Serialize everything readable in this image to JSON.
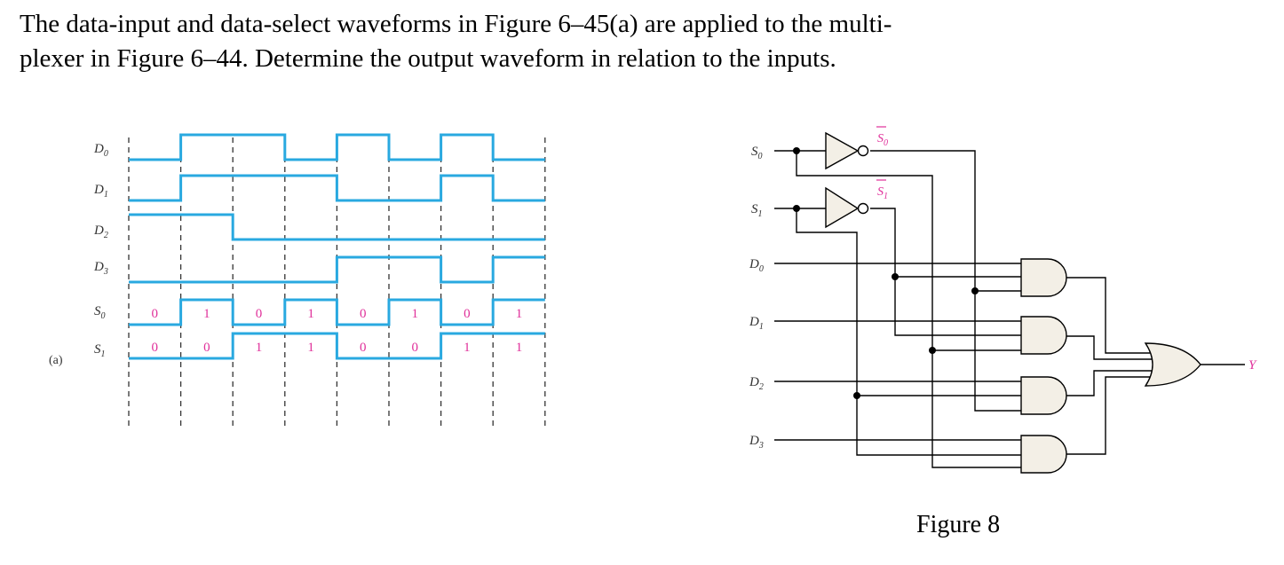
{
  "problem": {
    "line1": "The data-input and data-select waveforms in Figure 6–45(a) are applied to the multi-",
    "line2": "plexer in Figure 6–44. Determine the output waveform in relation to the inputs."
  },
  "waveform_diagram": {
    "part_label": "(a)",
    "signals": [
      {
        "name": "D",
        "sub": "0",
        "levels": [
          0,
          1,
          1,
          0,
          1,
          0,
          1,
          0
        ]
      },
      {
        "name": "D",
        "sub": "1",
        "levels": [
          0,
          1,
          1,
          1,
          0,
          0,
          1,
          0
        ]
      },
      {
        "name": "D",
        "sub": "2",
        "levels": [
          1,
          1,
          0,
          0,
          0,
          0,
          0,
          0
        ]
      },
      {
        "name": "D",
        "sub": "3",
        "levels": [
          0,
          0,
          0,
          0,
          1,
          1,
          0,
          1
        ]
      },
      {
        "name": "S",
        "sub": "0",
        "levels": [
          0,
          1,
          0,
          1,
          0,
          1,
          0,
          1
        ],
        "values": [
          "0",
          "1",
          "0",
          "1",
          "0",
          "1",
          "0",
          "1"
        ]
      },
      {
        "name": "S",
        "sub": "1",
        "levels": [
          0,
          0,
          1,
          1,
          0,
          0,
          1,
          1
        ],
        "values": [
          "0",
          "0",
          "1",
          "1",
          "0",
          "0",
          "1",
          "1"
        ]
      }
    ]
  },
  "mux_circuit": {
    "select_inputs": [
      {
        "name": "S",
        "sub": "0"
      },
      {
        "name": "S",
        "sub": "1"
      }
    ],
    "inverted_labels": [
      {
        "name": "S",
        "sub": "0"
      },
      {
        "name": "S",
        "sub": "1"
      }
    ],
    "data_inputs": [
      {
        "name": "D",
        "sub": "0"
      },
      {
        "name": "D",
        "sub": "1"
      },
      {
        "name": "D",
        "sub": "2"
      },
      {
        "name": "D",
        "sub": "3"
      }
    ],
    "output": "Y",
    "caption": "Figure 8"
  },
  "colors": {
    "waveform": "#29a9e0",
    "labels_pink": "#e0309a",
    "gate_fill": "#f3efe6"
  }
}
